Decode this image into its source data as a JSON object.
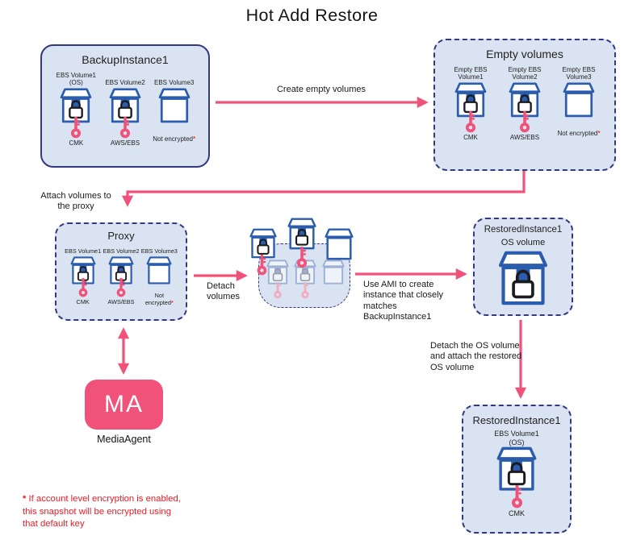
{
  "title": "Hot Add Restore",
  "backup_box": {
    "title": "BackupInstance1",
    "volumes": [
      {
        "label": "EBS Volume1 (OS)",
        "key": "CMK"
      },
      {
        "label": "EBS Volume2",
        "key": "AWS/EBS"
      },
      {
        "label": "EBS Volume3",
        "note": "Not encrypted",
        "asterisk": "*"
      }
    ]
  },
  "empty_box": {
    "title": "Empty volumes",
    "volumes": [
      {
        "label": "Empty EBS Volume1",
        "key": "CMK"
      },
      {
        "label": "Empty EBS Volume2",
        "key": "AWS/EBS"
      },
      {
        "label": "Empty EBS Volume3",
        "note": "Not encrypted",
        "asterisk": "*"
      }
    ]
  },
  "proxy_box": {
    "title": "Proxy",
    "volumes": [
      {
        "label": "EBS Volume1",
        "key": "CMK"
      },
      {
        "label": "EBS Volume2",
        "key": "AWS/EBS"
      },
      {
        "label": "EBS Volume3",
        "note": "Not encrypted",
        "asterisk": "*"
      }
    ]
  },
  "restored_os_box": {
    "title": "RestoredInstance1",
    "volume_label": "OS volume"
  },
  "restored_final_box": {
    "title": "RestoredInstance1",
    "volume_label": "EBS Volume1 (OS)",
    "key": "CMK"
  },
  "media_agent": {
    "abbr": "MA",
    "label": "MediaAgent"
  },
  "arrow_labels": {
    "create": "Create empty volumes",
    "attach": "Attach volumes to the proxy",
    "detach": "Detach volumes",
    "use_ami": "Use AMI to create instance that closely matches BackupInstance1",
    "detach_os": "Detach the OS volume and attach the restored OS volume"
  },
  "footnote": {
    "star": "*",
    "line1": "If account level encryption is enabled,",
    "line2": "this snapshot will be encrypted using",
    "line3": "that default key"
  },
  "colors": {
    "accent_pink": "#f0527a",
    "navy_border": "#34387e",
    "box_fill": "#dae3f1",
    "volume_blue": "#2b5cad",
    "footnote_red": "#e81c25",
    "asterisk_red": "#ee3a2a"
  }
}
